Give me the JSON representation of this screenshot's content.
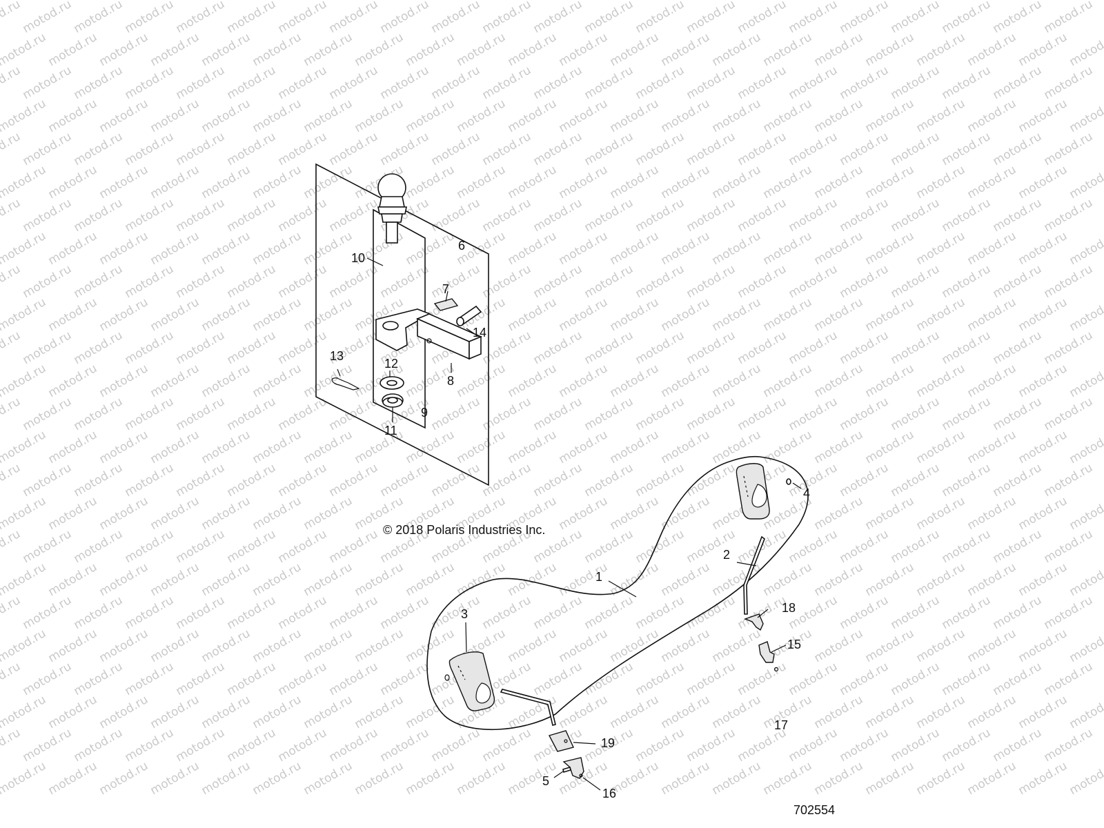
{
  "watermark": "motod.ru",
  "copyright": "© 2018 Polaris Industries Inc.",
  "reference_number": "702554",
  "callouts": {
    "c1": "1",
    "c2": "2",
    "c3": "3",
    "c4": "4",
    "c5": "5",
    "c6": "6",
    "c7": "7",
    "c8": "8",
    "c9": "9",
    "c10": "10",
    "c11": "11",
    "c12": "12",
    "c13": "13",
    "c14": "14",
    "c15": "15",
    "c16": "16",
    "c17": "17",
    "c18": "18",
    "c19": "19"
  }
}
